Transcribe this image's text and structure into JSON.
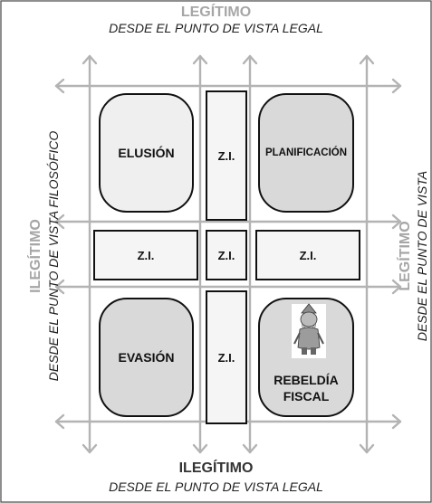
{
  "top": {
    "title": "LEGÍTIMO",
    "subtitle": "DESDE EL PUNTO DE VISTA LEGAL"
  },
  "bottom": {
    "title": "ILEGÍTIMO",
    "subtitle": "DESDE EL PUNTO DE VISTA LEGAL"
  },
  "left": {
    "title": "ILEGÍTIMO",
    "subtitle": "DESDE EL PUNTO DE VISTA FILOSÓFICO"
  },
  "right": {
    "title": "LEGÍTIMO",
    "subtitle": "DESDE EL PUNTO DE VISTA"
  },
  "boxes": {
    "elusion": "ELUSIÓN",
    "planificacion": "PLANIFICACIÓN",
    "evasion": "EVASIÓN",
    "rebeldia_line1": "REBELDÍA",
    "rebeldia_line2": "FISCAL",
    "zi_top": "Z.I.",
    "zi_mid_left": "Z.I.",
    "zi_center": "Z.I.",
    "zi_mid_right": "Z.I.",
    "zi_bottom": "Z.I."
  },
  "colors": {
    "arrow": "#b3b3b3",
    "rounded_fill": "#efefef",
    "shaded_fill": "#d9d9d9",
    "rect_fill": "#f5f5f5"
  }
}
